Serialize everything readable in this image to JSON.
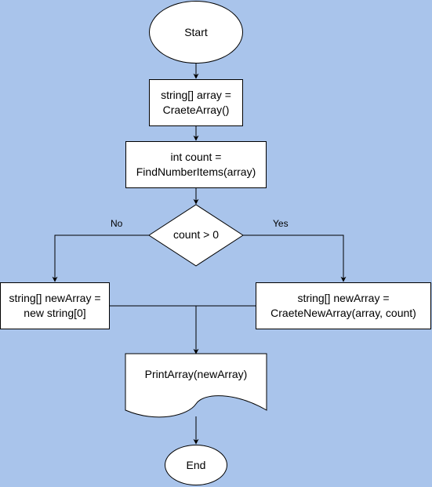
{
  "diagram": {
    "nodes": {
      "start": "Start",
      "create_array": "string[] array =\nCraeteArray()",
      "count": "int count =\nFindNumberItems(array)",
      "decision": "count > 0",
      "new_empty": "string[] newArray =\nnew string[0]",
      "new_filled": "string[] newArray =\nCraeteNewArray(array, count)",
      "print": "PrintArray(newArray)",
      "end": "End"
    },
    "edges": {
      "no_label": "No",
      "yes_label": "Yes"
    }
  }
}
